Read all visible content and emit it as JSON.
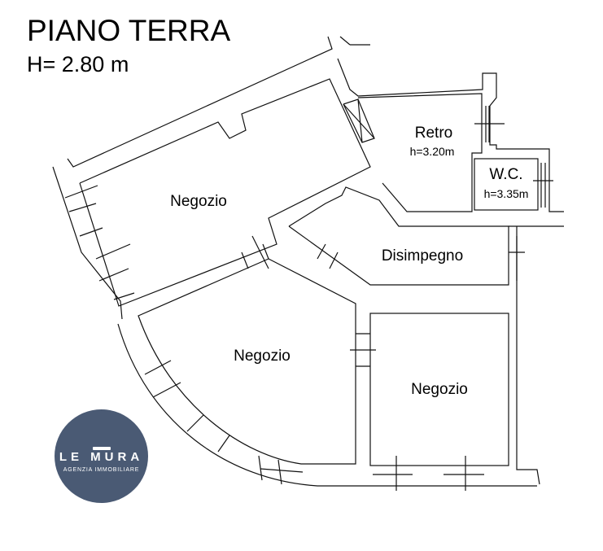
{
  "header": {
    "title": "PIANO TERRA",
    "subtitle": "H= 2.80 m"
  },
  "rooms": [
    {
      "label": "Negozio",
      "height": null
    },
    {
      "label": "Retro",
      "height": "h=3.20m"
    },
    {
      "label": "W.C.",
      "height": "h=3.35m"
    },
    {
      "label": "Disimpegno",
      "height": null
    },
    {
      "label": "Negozio",
      "height": null
    },
    {
      "label": "Negozio",
      "height": null
    }
  ],
  "logo": {
    "name": "LE MURA",
    "tagline": "AGENZIA IMMOBILIARE",
    "color": "#4a5a74"
  }
}
